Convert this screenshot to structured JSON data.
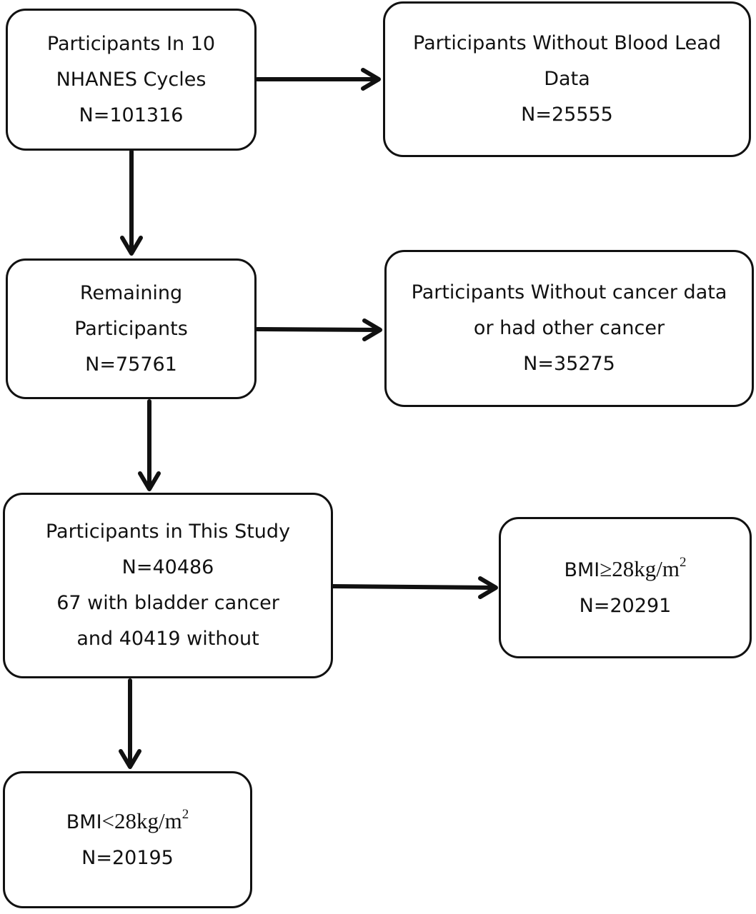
{
  "colors": {
    "stroke": "#111111",
    "background": "#ffffff"
  },
  "nodes": {
    "start": {
      "lines": [
        "Participants In 10",
        "NHANES Cycles",
        "N=101316"
      ]
    },
    "excluded_lead": {
      "lines": [
        "Participants Without Blood Lead",
        "Data",
        "N=25555"
      ]
    },
    "remaining": {
      "lines": [
        "Remaining",
        "Participants",
        "N=75761"
      ]
    },
    "excluded_cancer": {
      "lines": [
        "Participants Without cancer data",
        "or had other cancer",
        "N=35275"
      ]
    },
    "study": {
      "lines": [
        "Participants in This Study",
        "N=40486",
        "67 with bladder cancer",
        "and 40419 without"
      ]
    },
    "bmi_high": {
      "prefix": "BMI",
      "symbol": "≥",
      "value": "28kg/m",
      "sup": "2",
      "count": "N=20291"
    },
    "bmi_low": {
      "prefix": "BMI",
      "symbol": "<",
      "value": "28kg/m",
      "sup": "2",
      "count": "N=20195"
    }
  }
}
